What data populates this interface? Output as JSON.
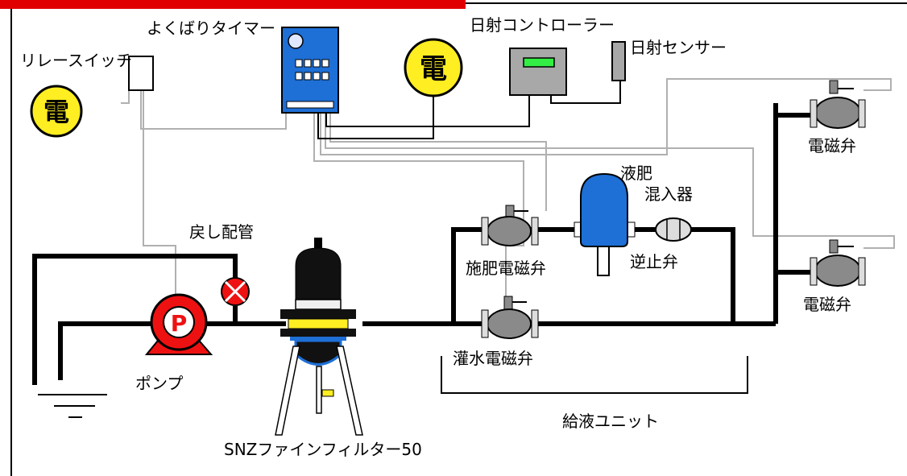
{
  "labels": {
    "timer": "よくばりタイマー",
    "relay_switch": "リレースイッチ",
    "solar_controller": "日射コントローラー",
    "solar_sensor": "日射センサー",
    "power_symbol": "電",
    "valve_upper_right": "電磁弁",
    "valve_lower_right": "電磁弁",
    "liquid_fert_line1": "液肥",
    "liquid_fert_line2": "混入器",
    "return_pipe": "戻し配管",
    "fert_valve": "施肥電磁弁",
    "check_valve": "逆止弁",
    "irrigation_valve": "灌水電磁弁",
    "pump": "ポンプ",
    "pump_letter": "P",
    "supply_unit": "給液ユニット",
    "filter": "SNZファインフィルター50"
  },
  "colors": {
    "red_bar": "#e00000",
    "timer_body": "#1e6fd6",
    "power_circle": "#ffee22",
    "pump_red": "#ee1111",
    "valve_gray": "#8a8a8a",
    "fert_tank_blue": "#1e6fd6",
    "filter_band_yellow": "#ffee22"
  }
}
